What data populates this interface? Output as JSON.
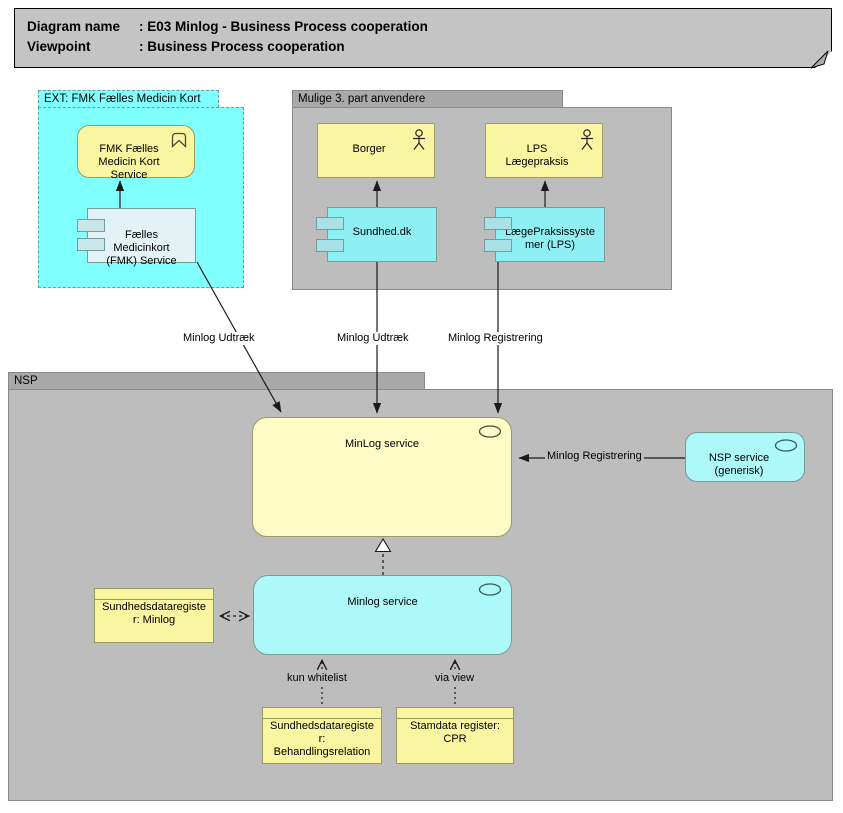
{
  "title": {
    "rows": [
      {
        "label": "Diagram name",
        "value": ": E03 Minlog - Business Process cooperation"
      },
      {
        "label": "Viewpoint",
        "value": ": Business Process cooperation"
      }
    ]
  },
  "groups": {
    "ext": {
      "label": "EXT: FMK Fælles Medicin Kort"
    },
    "mulige": {
      "label": "Mulige 3. part anvendere"
    },
    "nsp": {
      "label": "NSP"
    }
  },
  "nodes": {
    "fmk_service": {
      "label": "FMK Fælles\nMedicin Kort\nService",
      "type": "business-function"
    },
    "fmk_component": {
      "label": "Fælles\nMedicinkort\n(FMK) Service",
      "type": "component"
    },
    "borger": {
      "label": "Borger",
      "type": "business-actor"
    },
    "lps_actor": {
      "label": "LPS\nLægepraksis",
      "type": "business-actor"
    },
    "sundhed": {
      "label": "Sundhed.dk",
      "type": "component"
    },
    "lps_system": {
      "label": "LægePraksissyste\nmer (LPS)",
      "type": "component"
    },
    "minlog_service_main": {
      "label": "MinLog service",
      "type": "service"
    },
    "nsp_service": {
      "label": "NSP service\n(generisk)",
      "type": "service"
    },
    "minlog_service_app": {
      "label": "Minlog service",
      "type": "service"
    },
    "reg_minlog": {
      "label": "Sundhedsdataregiste\nr: Minlog",
      "type": "business-object"
    },
    "reg_behandling": {
      "label": "Sundhedsdataregiste\nr:\nBehandlingsrelation",
      "type": "business-object"
    },
    "reg_cpr": {
      "label": "Stamdata register:\nCPR",
      "type": "business-object"
    }
  },
  "connector_labels": {
    "fmk_udtraek": "Minlog Udtræk",
    "sundhed_udtraek": "Minlog Udtræk",
    "lps_registrering": "Minlog Registrering",
    "nsp_registrering": "Minlog Registrering",
    "kun_whitelist": "kun whitelist",
    "via_view": "via view"
  },
  "colors": {
    "title_fill": "#C4C4C4",
    "group_tab_fill": "#A9A9A9",
    "group_body_fill": "#BDBDBD",
    "ext_group_fill": "#80FFFF",
    "yellow_fill": "#FAF5A0",
    "pale_yellow_fill": "#FDFCC6",
    "cyan_component_fill": "#8FF0F4",
    "cyan_service_fill": "#ADF8F8",
    "pale_component_fill": "#E3F3F5",
    "line_color": "#1a1a1a"
  }
}
